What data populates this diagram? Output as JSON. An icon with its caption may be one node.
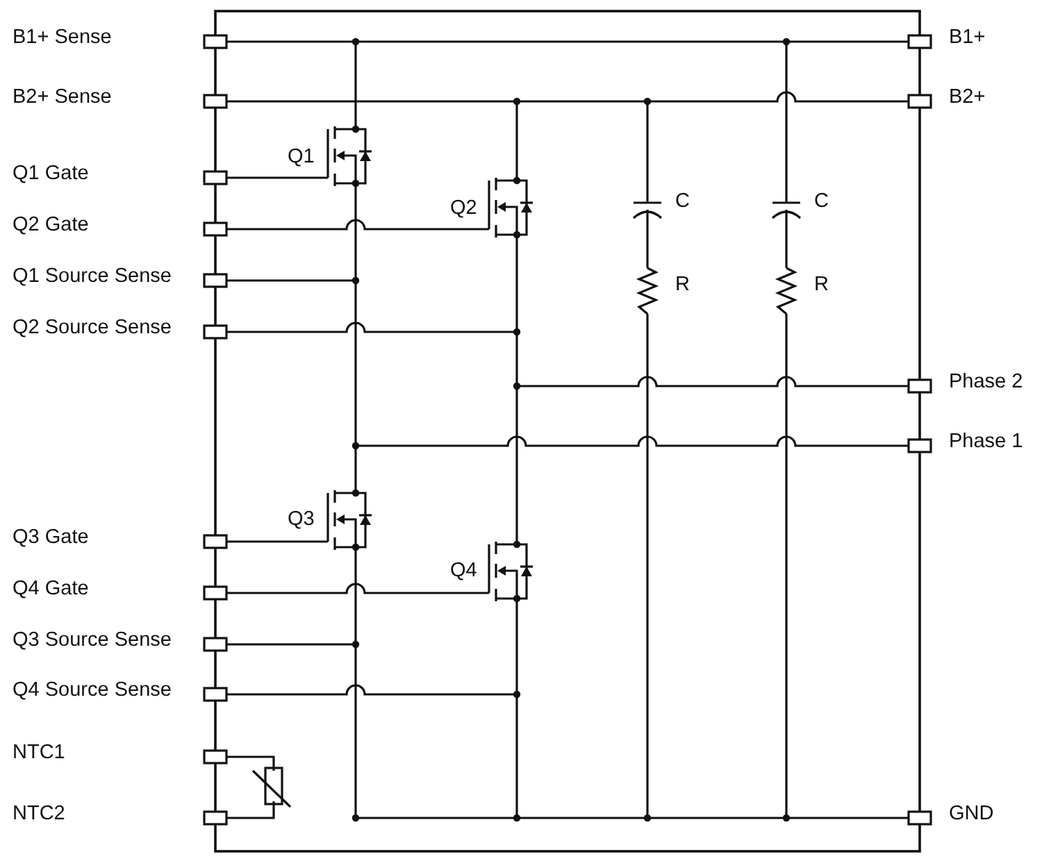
{
  "diagram": {
    "labels": [
      "B1+ Sense",
      "B1+",
      "B2+ Sense",
      "B2+",
      "Q1 Gate",
      "Q1",
      "Q2",
      "C",
      "C",
      "Q2 Gate",
      "Q1 Source Sense",
      "R",
      "R",
      "Q2 Source Sense",
      "Phase 2",
      "Phase 1",
      "Q3 Gate",
      "Q3",
      "Q4",
      "Q4 Gate",
      "Q3 Source Sense",
      "Q4 Source Sense",
      "NTC1",
      "NTC2",
      "GND"
    ]
  }
}
